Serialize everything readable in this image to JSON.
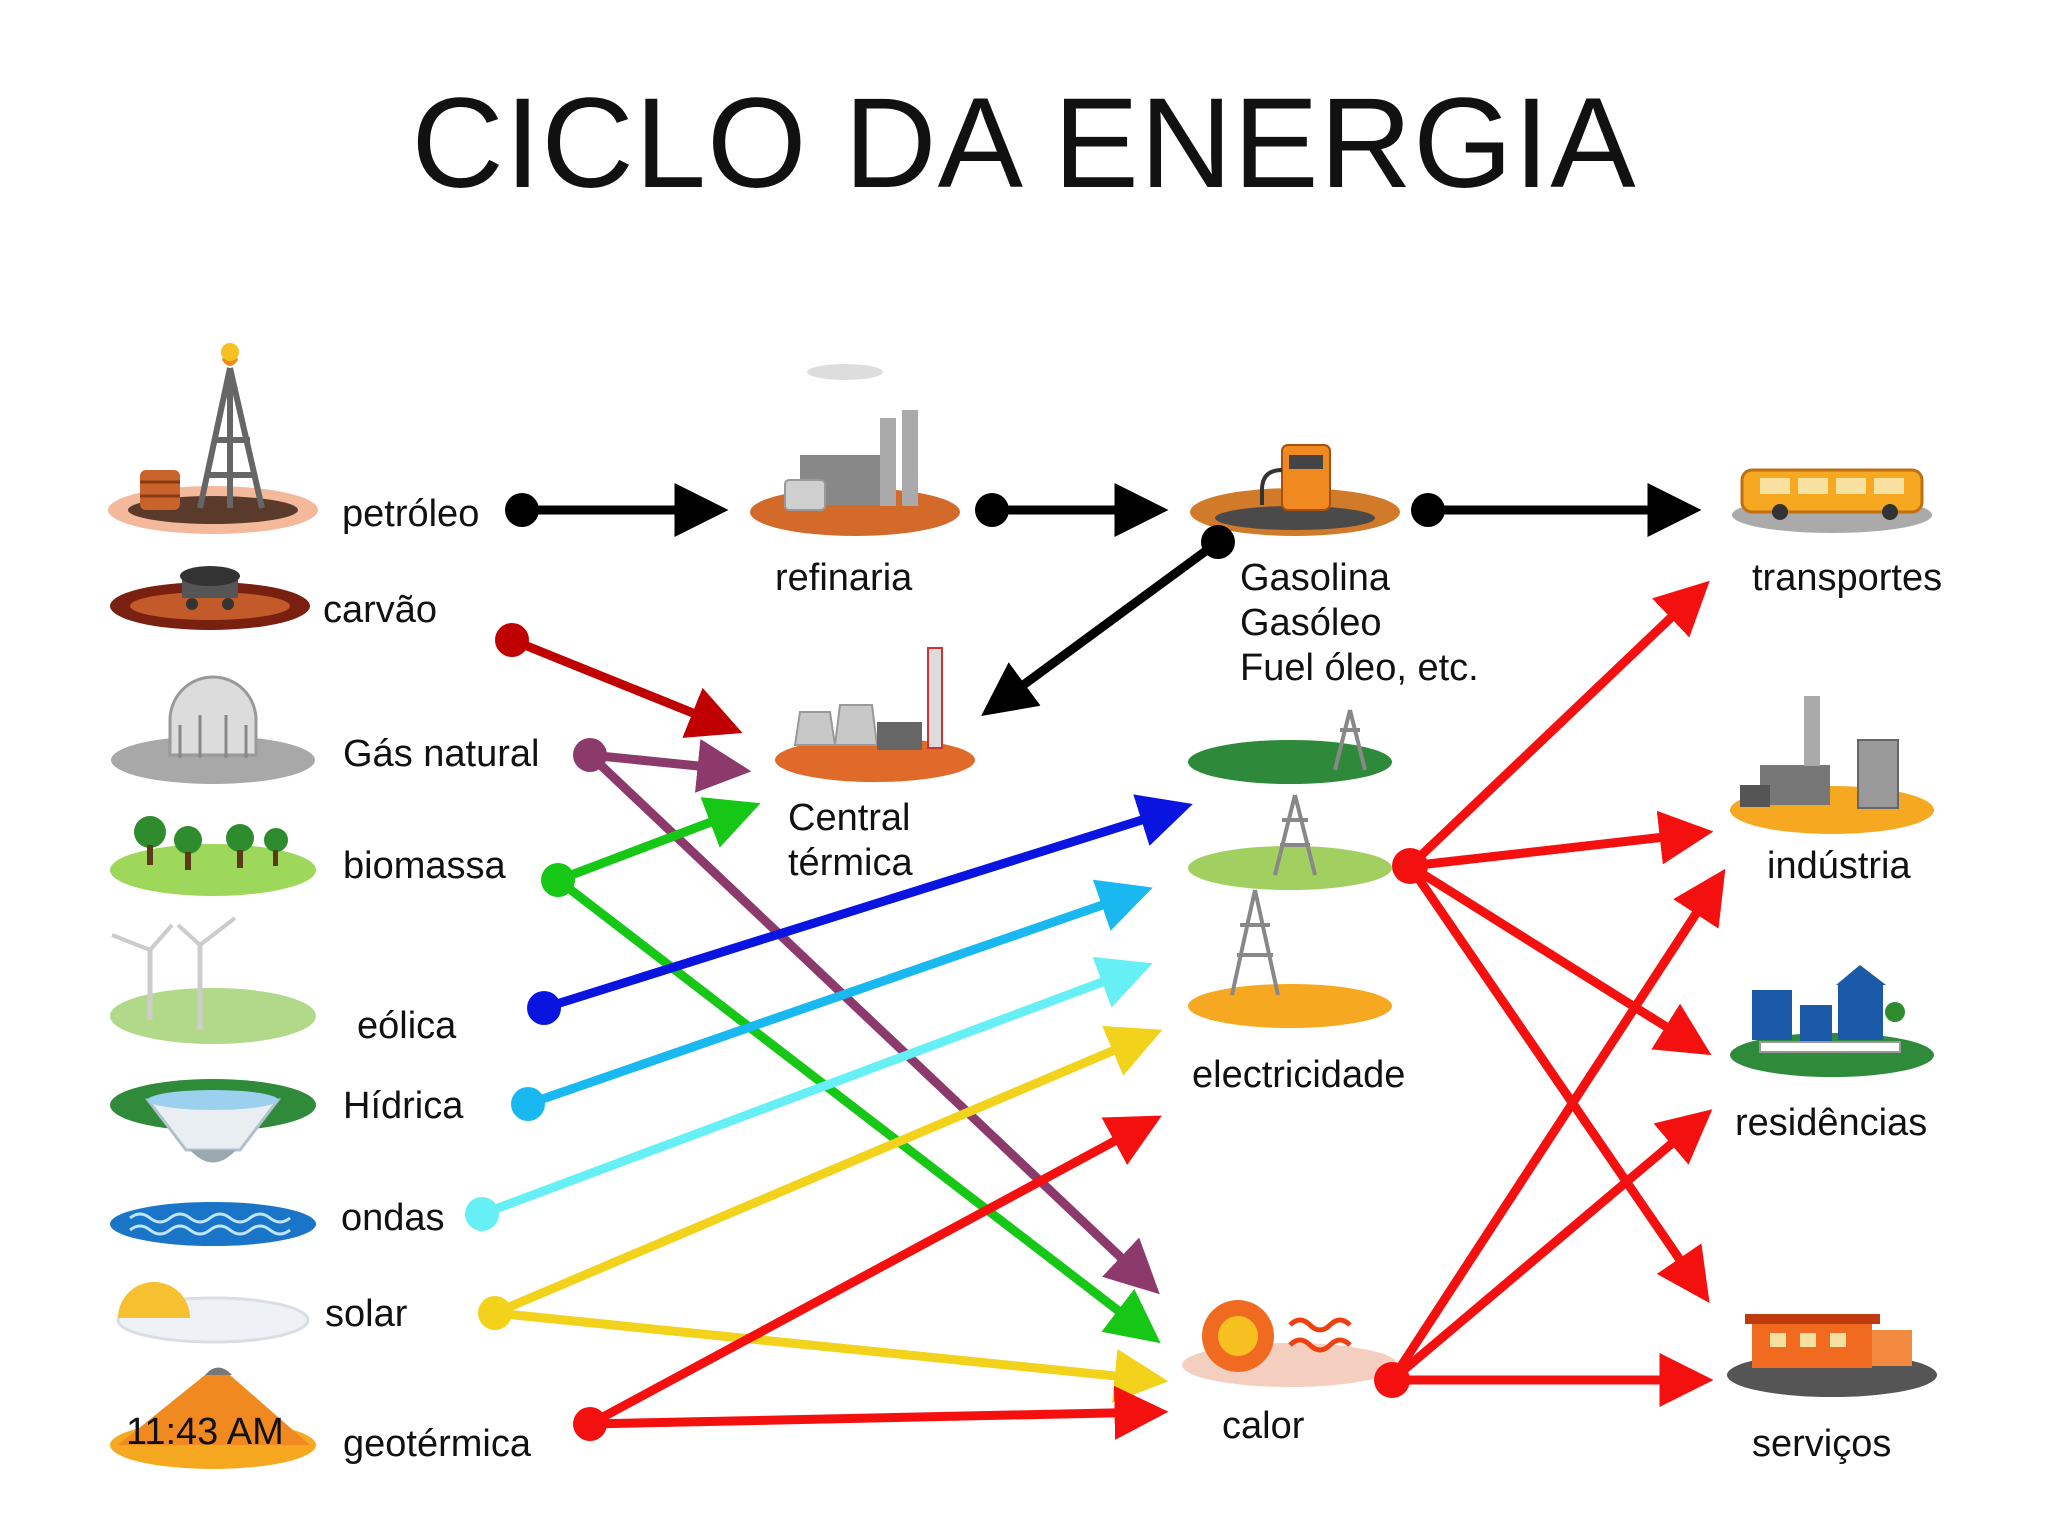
{
  "title": "CICLO DA ENERGIA",
  "sources": {
    "petroleo": "petróleo",
    "carvao": "carvão",
    "gas_natural": "Gás natural",
    "biomassa": "biomassa",
    "eolica": "eólica",
    "hidrica": "Hídrica",
    "ondas": "ondas",
    "solar": "solar",
    "geotermica": "geotérmica"
  },
  "intermediates": {
    "refinaria": "refinaria",
    "central_line1": "Central",
    "central_line2": "térmica",
    "fuels_line1": "Gasolina",
    "fuels_line2": "Gasóleo",
    "fuels_line3": "Fuel óleo, etc.",
    "electricidade": "electricidade",
    "calor": "calor"
  },
  "uses": {
    "transportes": "transportes",
    "industria": "indústria",
    "residencias": "residências",
    "servicos": "serviços"
  },
  "clock_overlay": "11:43 AM",
  "colors": {
    "black": "#000000",
    "carvao": "#c00000",
    "gas": "#8b3a6b",
    "biomassa": "#16c716",
    "eolica": "#0a14e0",
    "hidrica": "#1ab8f0",
    "ondas": "#66f0f5",
    "solar": "#f2d21a",
    "red": "#f51010"
  },
  "flows": [
    {
      "from": "petróleo",
      "to": "refinaria"
    },
    {
      "from": "refinaria",
      "to": "Gasolina / Gasóleo / Fuel óleo, etc."
    },
    {
      "from": "Gasolina / Gasóleo / Fuel óleo, etc.",
      "to": "transportes"
    },
    {
      "from": "Gasolina / Gasóleo / Fuel óleo, etc.",
      "to": "Central térmica"
    },
    {
      "from": "carvão",
      "to": "Central térmica"
    },
    {
      "from": "Gás natural",
      "to": "Central térmica"
    },
    {
      "from": "Gás natural",
      "to": "calor"
    },
    {
      "from": "biomassa",
      "to": "Central térmica"
    },
    {
      "from": "biomassa",
      "to": "calor"
    },
    {
      "from": "eólica",
      "to": "electricidade"
    },
    {
      "from": "Hídrica",
      "to": "electricidade"
    },
    {
      "from": "ondas",
      "to": "electricidade"
    },
    {
      "from": "solar",
      "to": "electricidade"
    },
    {
      "from": "solar",
      "to": "calor"
    },
    {
      "from": "geotérmica",
      "to": "electricidade"
    },
    {
      "from": "geotérmica",
      "to": "calor"
    },
    {
      "from": "electricidade",
      "to": "transportes"
    },
    {
      "from": "electricidade",
      "to": "indústria"
    },
    {
      "from": "electricidade",
      "to": "residências"
    },
    {
      "from": "electricidade",
      "to": "serviços"
    },
    {
      "from": "calor",
      "to": "indústria"
    },
    {
      "from": "calor",
      "to": "residências"
    },
    {
      "from": "calor",
      "to": "serviços"
    }
  ]
}
